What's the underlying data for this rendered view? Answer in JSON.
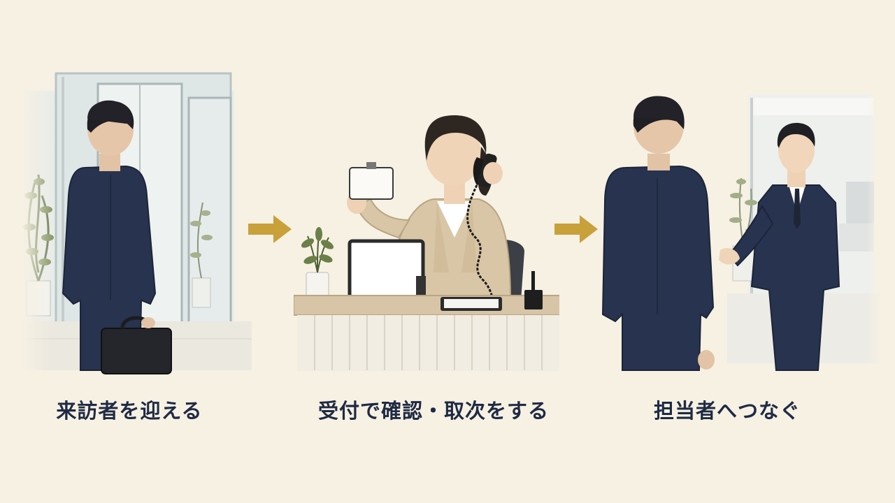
{
  "steps": [
    {
      "caption": "来訪者を迎える",
      "icon": "visitor-at-entrance-illustration"
    },
    {
      "caption": "受付で確認・取次をする",
      "icon": "receptionist-phone-illustration"
    },
    {
      "caption": "担当者へつなぐ",
      "icon": "handover-to-staff-illustration"
    }
  ],
  "arrows": [
    {
      "icon": "right-arrow-icon"
    },
    {
      "icon": "right-arrow-icon"
    }
  ],
  "colors": {
    "background": "#f6f1e3",
    "caption": "#1f2a44",
    "arrow": "#c9a13b",
    "suit": "#28334f",
    "jacket": "#d9c6a6"
  }
}
